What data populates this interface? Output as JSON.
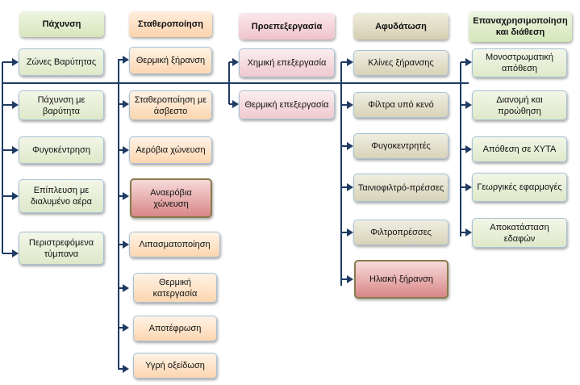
{
  "columns": [
    {
      "header": "Πάχυνση",
      "items": [
        "Ζώνες Βαρύτητας",
        "Πάχυνση με βαρύτητα",
        "Φυγοκέντρηση",
        "Επίπλευση με διαλυμένο αέρα",
        "Περιστρεφόμενα τύμπανα"
      ]
    },
    {
      "header": "Σταθεροποίηση",
      "items": [
        "Θερμική ξήρανση",
        "Σταθεροποίηση με άσβεστο",
        "Αερόβια χώνευση",
        "Αναερόβια χώνευση",
        "Λιπασματοποίηση",
        "Θερμική κατεργασία",
        "Αποτέφρωση",
        "Υγρή οξείδωση"
      ]
    },
    {
      "header": "Προεπεξεργασία",
      "items": [
        "Χημική επεξεργασία",
        "Θερμική επεξεργασία"
      ]
    },
    {
      "header": "Αφυδάτωση",
      "items": [
        "Κλίνες ξήρανσης",
        "Φίλτρα υπό κενό",
        "Φυγοκεντρητές",
        "Ταινιοφιλτρό-πρέσσες",
        "Φιλτροπρέσσες",
        "Ηλιακή ξήρανση"
      ]
    },
    {
      "header": "Επαναχρησιμοποίηση και διάθεση",
      "items": [
        "Μονοστρωματική απόθεση",
        "Διανομή και προώθηση",
        "Απόθεση σε ΧΥΤΑ",
        "Γεωργικές εφαρμογές",
        "Αποκατάσταση εδαφών"
      ]
    }
  ],
  "colors": {
    "connector": "#1f3b63",
    "highlight": "#d98787"
  }
}
